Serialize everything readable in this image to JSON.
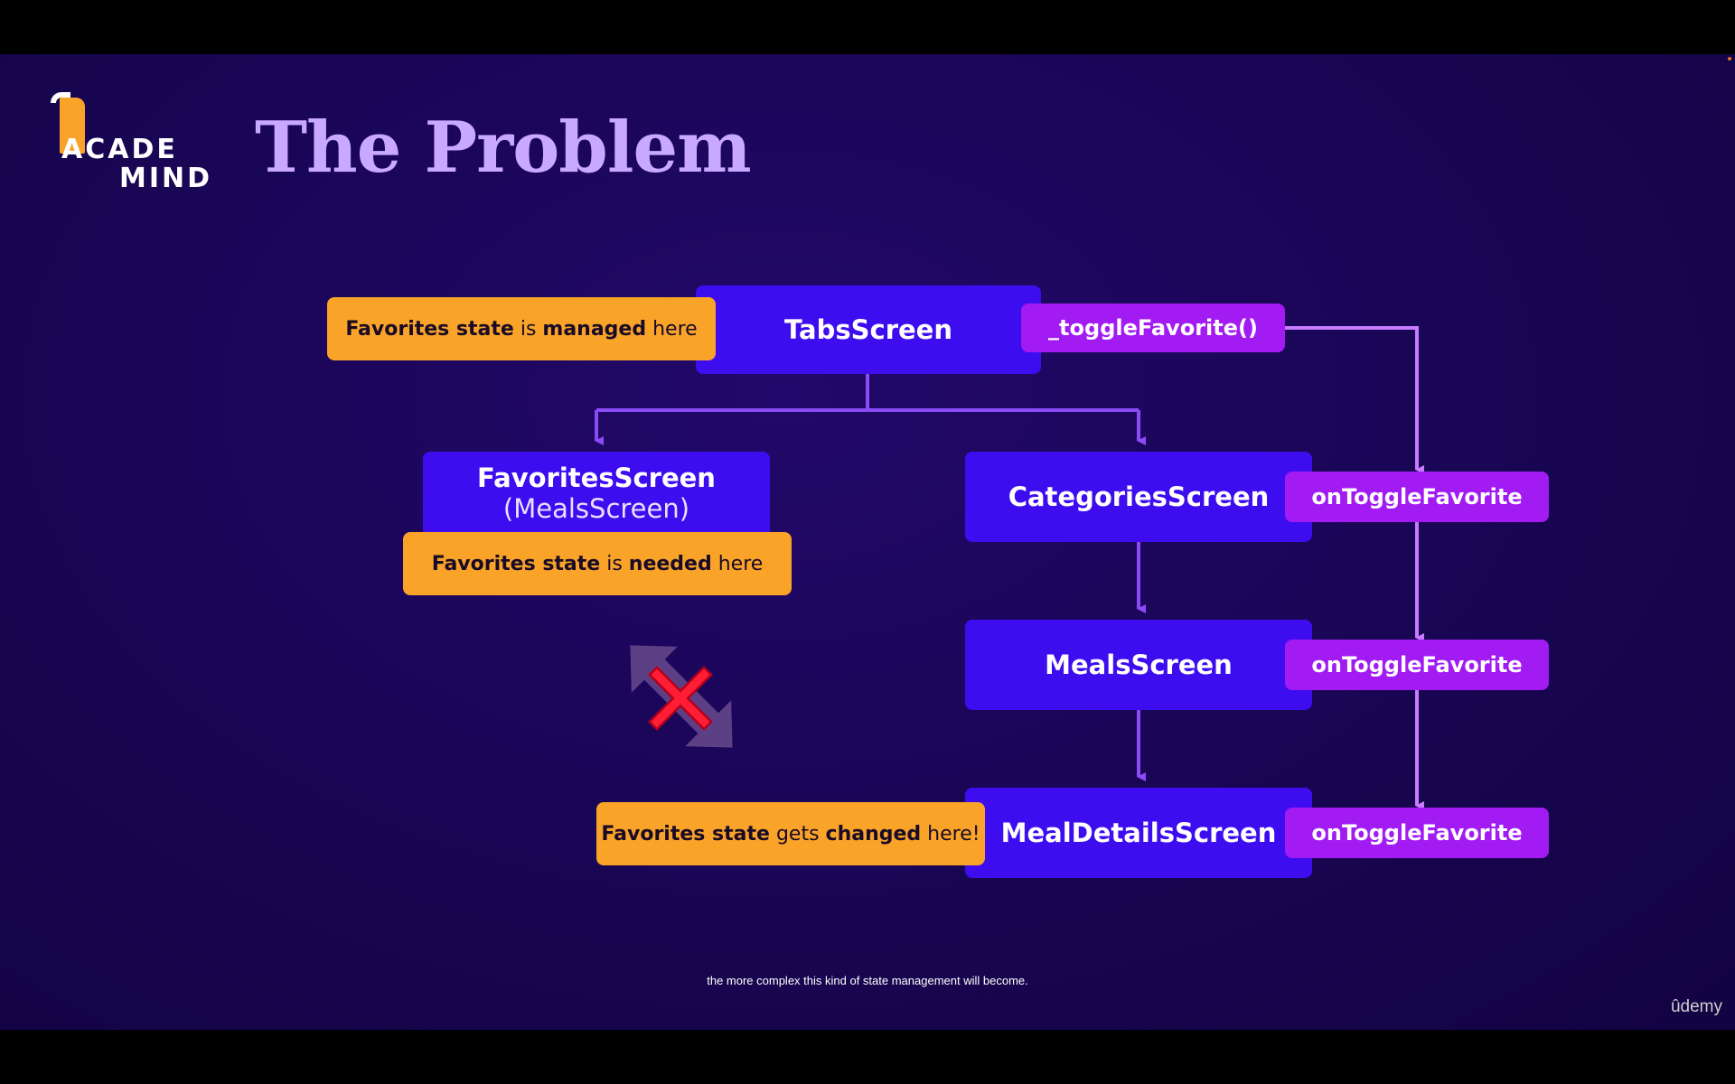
{
  "slide": {
    "title": "The Problem",
    "logo": {
      "line1": "ACADE",
      "line2": "MIND"
    }
  },
  "screens": {
    "tabs": "TabsScreen",
    "favorites": "FavoritesScreen",
    "favorites_sub": "(MealsScreen)",
    "categories": "CategoriesScreen",
    "meals": "MealsScreen",
    "meal_details": "MealDetailsScreen"
  },
  "props": {
    "toggle_fn": "_toggleFavorite()",
    "on_toggle_1": "onToggleFavorite",
    "on_toggle_2": "onToggleFavorite",
    "on_toggle_3": "onToggleFavorite"
  },
  "notes": {
    "managed": {
      "bold1": "Favorites state",
      "mid": " is ",
      "bold2": "managed",
      "end": " here"
    },
    "needed": {
      "bold1": "Favorites state",
      "mid": " is ",
      "bold2": "needed",
      "end": " here"
    },
    "changed": {
      "bold1": "Favorites state",
      "mid": " gets ",
      "bold2": "changed",
      "end": " here!"
    }
  },
  "colors": {
    "background": "#1a0657",
    "screen": "#3d0df0",
    "prop": "#a21bf2",
    "note": "#f9a428",
    "connector": "#8b4bf7",
    "prop_connector": "#c77bff",
    "cross": "#ff1e35",
    "title": "#c9a8ff"
  },
  "icons": {
    "blocked": "red-x-icon",
    "double_arrow": "double-arrow-icon"
  },
  "caption": "the more complex this kind of state management will become.",
  "watermark": "ûdemy"
}
